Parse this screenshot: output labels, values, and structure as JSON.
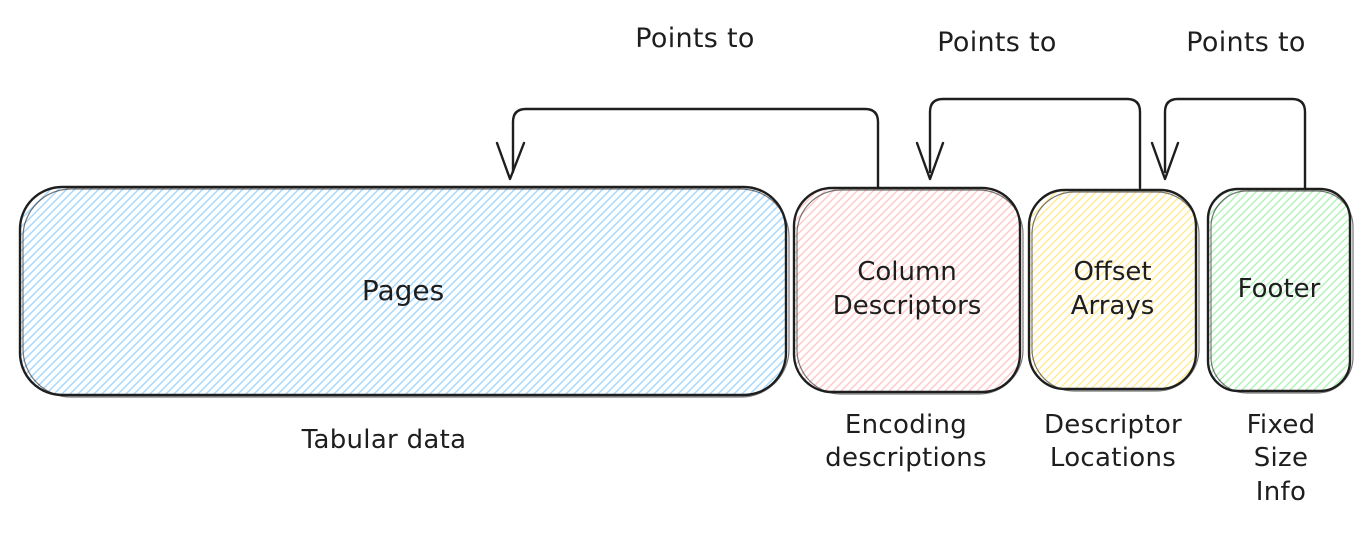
{
  "diagram": {
    "stroke_color": "#1e1e1e",
    "pointer_labels": [
      "Points to",
      "Points to",
      "Points to"
    ],
    "boxes": [
      {
        "label": "Pages",
        "caption": "Tabular data",
        "hatch_color": "#a5d8ff"
      },
      {
        "label": "Column Descriptors",
        "caption": "Encoding descriptions",
        "hatch_color": "#ffc9c9"
      },
      {
        "label": "Offset Arrays",
        "caption": "Descriptor Locations",
        "hatch_color": "#ffec99"
      },
      {
        "label": "Footer",
        "caption": "Fixed Size Info",
        "hatch_color": "#b2f2bb"
      }
    ]
  }
}
